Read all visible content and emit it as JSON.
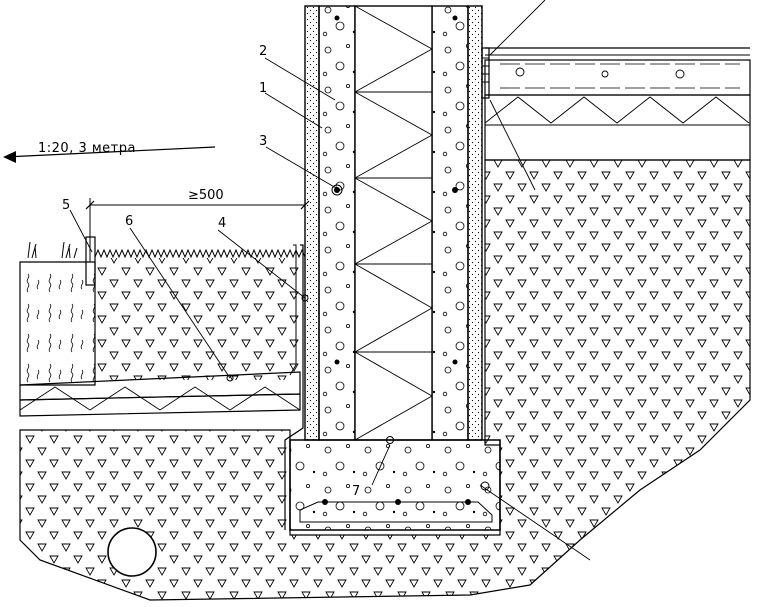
{
  "annotation": {
    "scale_text": "1:20, 3 метра",
    "dimension_text": "≥500"
  },
  "callouts": [
    "1",
    "2",
    "3",
    "4",
    "5",
    "6",
    "7"
  ],
  "colors": {
    "line": "#000000",
    "background": "#ffffff"
  }
}
